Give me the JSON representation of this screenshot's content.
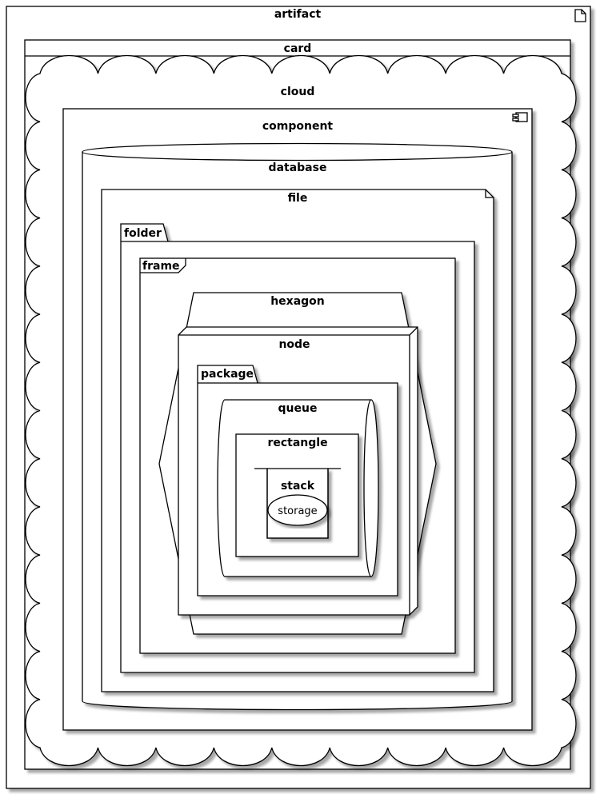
{
  "diagram": {
    "artifact": "artifact",
    "card": "card",
    "cloud": "cloud",
    "component": "component",
    "database": "database",
    "file": "file",
    "folder": "folder",
    "frame": "frame",
    "hexagon": "hexagon",
    "node": "node",
    "package": "package",
    "queue": "queue",
    "rectangle": "rectangle",
    "stack": "stack",
    "storage": "storage"
  },
  "colors": {
    "stroke": "#000000",
    "fill": "#ffffff",
    "shadow": "#bbbbbb"
  }
}
